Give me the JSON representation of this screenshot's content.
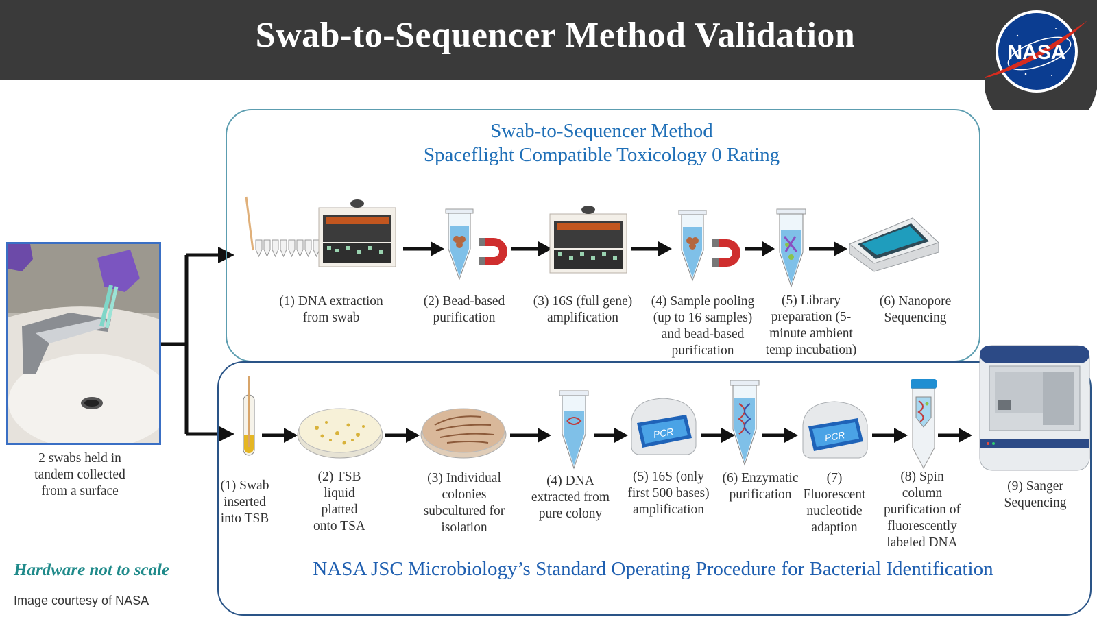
{
  "header": {
    "title": "Swab-to-Sequencer Method Validation",
    "logo_text": "NASA"
  },
  "colors": {
    "header_bg": "#3a3a3a",
    "title_blue": "#1f6fb7",
    "top_box_border": "#5c9db0",
    "bottom_box_border": "#2a5487",
    "note_teal": "#1f8a8a",
    "photo_border": "#3a6fc4"
  },
  "left": {
    "photo_caption": [
      "2 swabs held in",
      "tandem collected",
      "from a surface"
    ],
    "note": "Hardware not to scale",
    "credit": "Image courtesy of NASA"
  },
  "top_panel": {
    "title_line1": "Swab-to-Sequencer Method",
    "title_line2": "Spaceflight Compatible Toxicology 0 Rating",
    "steps": [
      {
        "icon": "thermocycler-icon",
        "lines": [
          "(1) DNA extraction",
          "from swab"
        ]
      },
      {
        "icon": "tube-magnet-icon",
        "lines": [
          "(2) Bead-based",
          "purification"
        ]
      },
      {
        "icon": "thermocycler-icon",
        "lines": [
          "(3) 16S (full gene)",
          "amplification"
        ]
      },
      {
        "icon": "tube-magnet-icon",
        "lines": [
          "(4) Sample pooling",
          "(up to 16 samples)",
          "and bead-based",
          "purification"
        ]
      },
      {
        "icon": "tube-dna-icon",
        "lines": [
          "(5) Library",
          "preparation (5-",
          "minute ambient",
          "temp incubation)"
        ]
      },
      {
        "icon": "nanopore-sequencer-icon",
        "lines": [
          "(6) Nanopore",
          "Sequencing"
        ]
      }
    ]
  },
  "bottom_panel": {
    "title": "NASA JSC Microbiology’s Standard Operating Procedure for Bacterial Identification",
    "steps": [
      {
        "icon": "tsb-tube-icon",
        "lines": [
          "(1) Swab",
          "inserted",
          "into TSB"
        ]
      },
      {
        "icon": "petri-dish-icon",
        "lines": [
          "(2) TSB",
          "liquid",
          "platted",
          "onto TSA"
        ]
      },
      {
        "icon": "streak-plate-icon",
        "lines": [
          "(3) Individual",
          "colonies",
          "subcultured for",
          "isolation"
        ]
      },
      {
        "icon": "tube-dna-icon",
        "lines": [
          "(4) DNA",
          "extracted from",
          "pure colony"
        ]
      },
      {
        "icon": "pcr-machine-icon",
        "lines": [
          "(5) 16S (only",
          "first 500 bases)",
          "amplification"
        ]
      },
      {
        "icon": "tube-dna-icon",
        "lines": [
          "(6) Enzymatic",
          "purification"
        ]
      },
      {
        "icon": "pcr-machine-icon",
        "lines": [
          "(7)",
          "Fluorescent",
          "nucleotide",
          "adaption"
        ]
      },
      {
        "icon": "spin-column-icon",
        "lines": [
          "(8) Spin",
          "column",
          "purification of",
          "fluorescently",
          "labeled DNA"
        ]
      },
      {
        "icon": "sanger-sequencer-icon",
        "lines": [
          "(9) Sanger",
          "Sequencing"
        ]
      }
    ],
    "pcr_label": "PCR"
  }
}
